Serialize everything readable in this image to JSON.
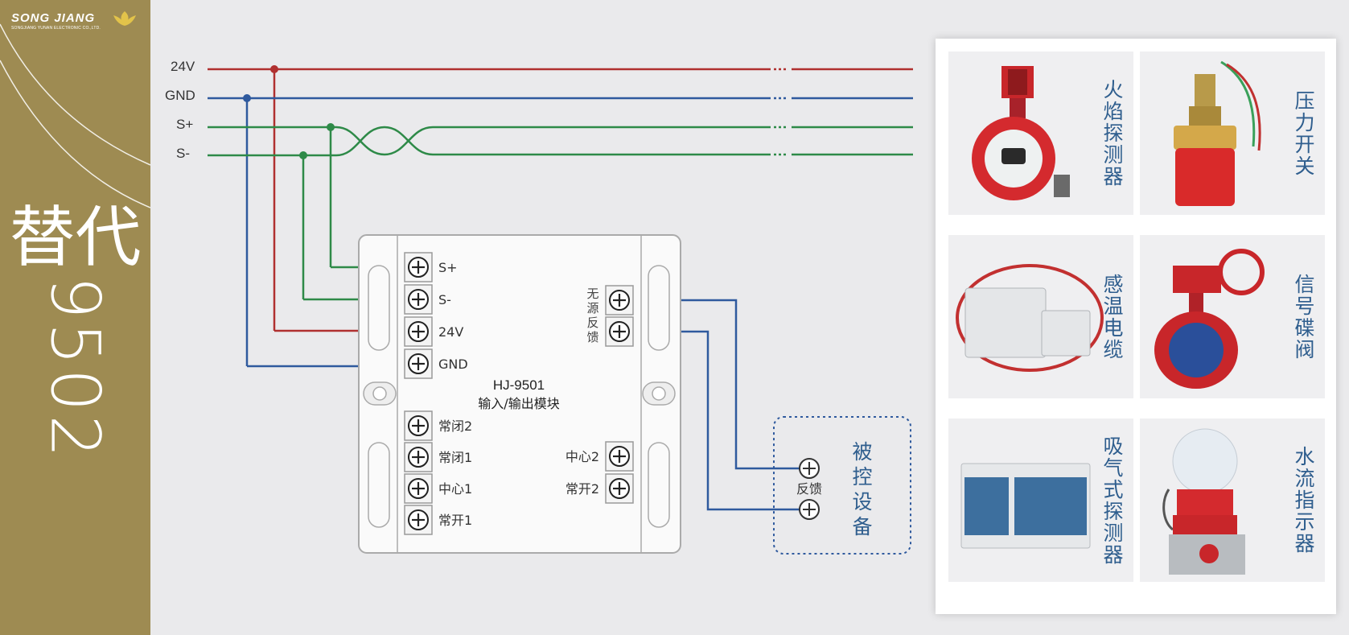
{
  "brand": {
    "logo_text": "SONG JIANG",
    "logo_subtext": "SONGJIANG YUNAN ELECTRONIC CO.,LTD.",
    "title": "替代",
    "model_number": "9502"
  },
  "bus": {
    "v24": "24V",
    "gnd": "GND",
    "s_plus": "S+",
    "s_minus": "S-"
  },
  "module": {
    "name": "HJ-9501",
    "subtitle": "输入/输出模块",
    "left_top_terminals": [
      "S+",
      "S-",
      "24V",
      "GND"
    ],
    "left_bottom_terminals": [
      "常闭2",
      "常闭1",
      "中心1",
      "常开1"
    ],
    "feedback_label": "无源反馈",
    "right_bottom_terminals": [
      "中心2",
      "常开2"
    ]
  },
  "controlled_device": {
    "label": "被控设备",
    "feedback": "反馈"
  },
  "devices": [
    "火焰探测器",
    "压力开关",
    "感温电缆",
    "信号碟阀",
    "吸气式探测器",
    "水流指示器"
  ],
  "colors": {
    "v24": "#b03030",
    "gnd": "#2f5a9e",
    "signal": "#2e8a48",
    "label": "#2f5e8e",
    "sidebar": "#9e8b52"
  }
}
